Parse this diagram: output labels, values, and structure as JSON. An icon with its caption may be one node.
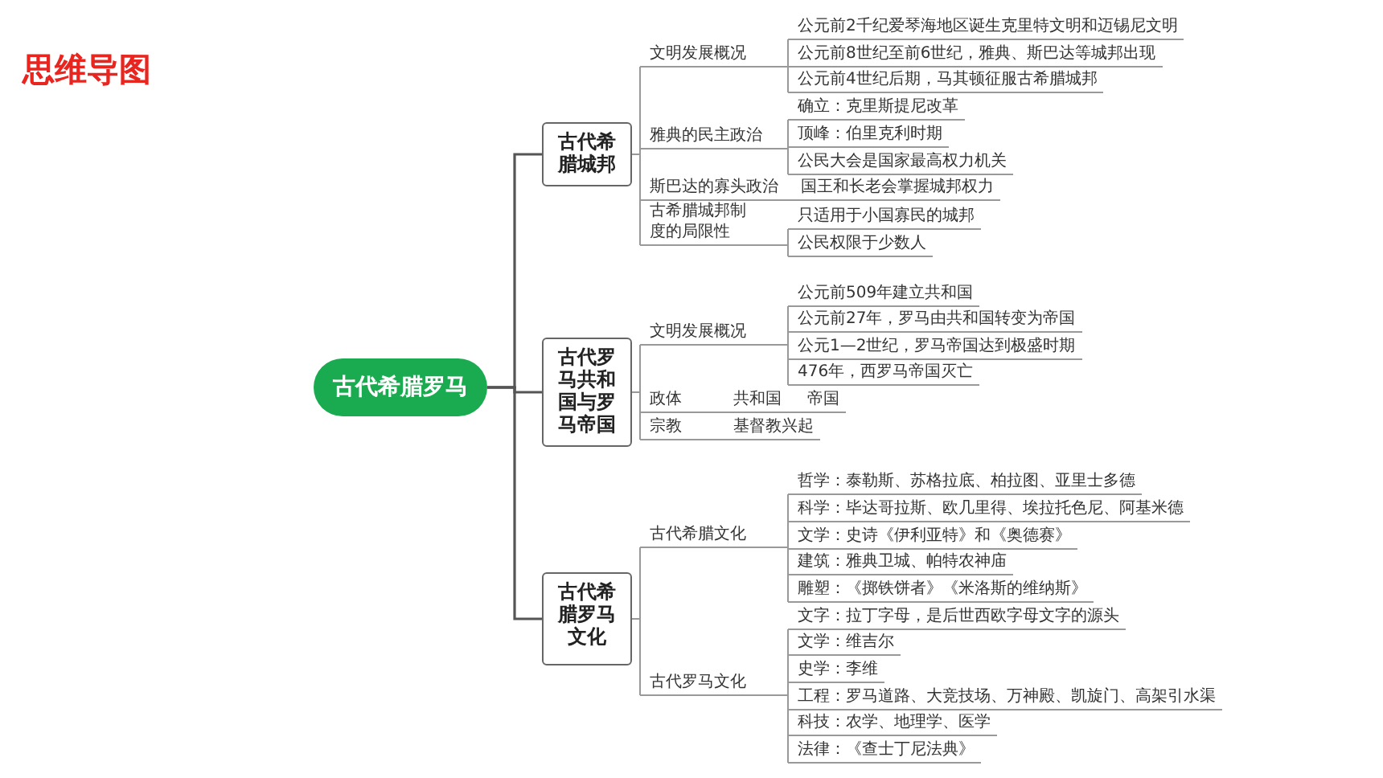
{
  "diagram": {
    "title": "思维导图",
    "nodes": [
      {
        "text": [
          "古代希腊罗马"
        ]
      },
      {
        "text": [
          "古代希腊城邦"
        ]
      },
      {
        "text": [
          "古代罗马共和国与罗马帝国"
        ]
      },
      {
        "text": [
          "古代希腊罗马文化"
        ]
      },
      {
        "text": [
          "文明发展概况"
        ]
      },
      {
        "text": [
          "公元前2千纪爱琴海地区诞生克里特文明和迈锡尼文明"
        ]
      },
      {
        "text": [
          "公元前8世纪至前6世纪，雅典、斯巴达等城邦出现"
        ]
      },
      {
        "text": [
          "公元前4世纪后期，马其顿征服古希腊城邦"
        ]
      },
      {
        "text": [
          "雅典的民主政治"
        ]
      },
      {
        "text": [
          "确立：克里斯提尼改革"
        ]
      },
      {
        "text": [
          "顶峰：伯里克利时期"
        ]
      },
      {
        "text": [
          "公民大会是国家最高权力机关"
        ]
      },
      {
        "text": [
          "斯巴达的寡头政治"
        ]
      },
      {
        "text": [
          "国王和长老会掌握城邦权力"
        ]
      },
      {
        "text": [
          "古希腊城邦制度的局限性"
        ]
      },
      {
        "text": [
          "只适用于小国寡民的城邦"
        ]
      },
      {
        "text": [
          "公民权限于少数人"
        ]
      },
      {
        "text": [
          "文明发展概况"
        ]
      },
      {
        "text": [
          "公元前509年建立共和国"
        ]
      },
      {
        "text": [
          "公元前27年，罗马由共和国转变为帝国"
        ]
      },
      {
        "text": [
          "公元1—2世纪，罗马帝国达到极盛时期"
        ]
      },
      {
        "text": [
          "476年，西罗马帝国灭亡"
        ]
      },
      {
        "text": [
          "政体"
        ]
      },
      {
        "text": [
          "共和国"
        ]
      },
      {
        "text": [
          "帝国"
        ]
      },
      {
        "text": [
          "宗教"
        ]
      },
      {
        "text": [
          "基督教兴起"
        ]
      },
      {
        "text": [
          "古代希腊文化"
        ]
      },
      {
        "text": [
          "哲学：泰勒斯、苏格拉底、柏拉图、亚里士多德"
        ]
      },
      {
        "text": [
          "科学：毕达哥拉斯、欧几里得、埃拉托色尼、阿基米德"
        ]
      },
      {
        "text": [
          "文学：史诗《伊利亚特》和《奥德赛》"
        ]
      },
      {
        "text": [
          "建筑：雅典卫城、帕特农神庙"
        ]
      },
      {
        "text": [
          "雕塑：《掷铁饼者》《米洛斯的维纳斯》"
        ]
      },
      {
        "text": [
          "古代罗马文化"
        ]
      },
      {
        "text": [
          "文字：拉丁字母，是后世西欧字母文字的源头"
        ]
      },
      {
        "text": [
          "文学：维吉尔"
        ]
      },
      {
        "text": [
          "史学：李维"
        ]
      },
      {
        "text": [
          "工程：罗马道路、大竞技场、万神殿、凯旋门、高架引水渠"
        ]
      },
      {
        "text": [
          "科技：农学、地理学、医学"
        ]
      },
      {
        "text": [
          "法律：《查士丁尼法典》"
        ]
      }
    ],
    "edges": [
      {
        "from": 0,
        "to": 1,
        "arrow": "none",
        "color": "#555555"
      },
      {
        "from": 0,
        "to": 2,
        "arrow": "none",
        "color": "#555555"
      },
      {
        "from": 0,
        "to": 3,
        "arrow": "none",
        "color": "#555555"
      },
      {
        "from": 1,
        "to": 4,
        "arrow": "none"
      },
      {
        "from": 1,
        "to": 8,
        "arrow": "none"
      },
      {
        "from": 1,
        "to": 12,
        "arrow": "none"
      },
      {
        "from": 1,
        "to": 14,
        "arrow": "none"
      },
      {
        "from": 4,
        "to": 5,
        "arrow": "none"
      },
      {
        "from": 4,
        "to": 6,
        "arrow": "none"
      },
      {
        "from": 4,
        "to": 7,
        "arrow": "none"
      },
      {
        "from": 8,
        "to": 9,
        "arrow": "none"
      },
      {
        "from": 8,
        "to": 10,
        "arrow": "none"
      },
      {
        "from": 8,
        "to": 11,
        "arrow": "none"
      },
      {
        "from": 12,
        "to": 13,
        "arrow": "none"
      },
      {
        "from": 14,
        "to": 15,
        "arrow": "none"
      },
      {
        "from": 14,
        "to": 16,
        "arrow": "none"
      },
      {
        "from": 2,
        "to": 17,
        "arrow": "none"
      },
      {
        "from": 2,
        "to": 22,
        "arrow": "none"
      },
      {
        "from": 2,
        "to": 25,
        "arrow": "none"
      },
      {
        "from": 17,
        "to": 18,
        "arrow": "none"
      },
      {
        "from": 17,
        "to": 19,
        "arrow": "none"
      },
      {
        "from": 17,
        "to": 20,
        "arrow": "none"
      },
      {
        "from": 17,
        "to": 21,
        "arrow": "none"
      },
      {
        "from": 22,
        "to": 23,
        "arrow": "none"
      },
      {
        "from": 23,
        "to": 24,
        "arrow": "none"
      },
      {
        "from": 25,
        "to": 26,
        "arrow": "none"
      },
      {
        "from": 3,
        "to": 27,
        "arrow": "none"
      },
      {
        "from": 3,
        "to": 33,
        "arrow": "none"
      },
      {
        "from": 27,
        "to": 28,
        "arrow": "none"
      },
      {
        "from": 27,
        "to": 29,
        "arrow": "none"
      },
      {
        "from": 27,
        "to": 30,
        "arrow": "none"
      },
      {
        "from": 27,
        "to": 31,
        "arrow": "none"
      },
      {
        "from": 27,
        "to": 32,
        "arrow": "none"
      },
      {
        "from": 33,
        "to": 34,
        "arrow": "none"
      },
      {
        "from": 33,
        "to": 35,
        "arrow": "none"
      },
      {
        "from": 33,
        "to": 36,
        "arrow": "none"
      },
      {
        "from": 33,
        "to": 37,
        "arrow": "none"
      },
      {
        "from": 33,
        "to": 38,
        "arrow": "none"
      },
      {
        "from": 33,
        "to": 39,
        "arrow": "none"
      }
    ]
  }
}
